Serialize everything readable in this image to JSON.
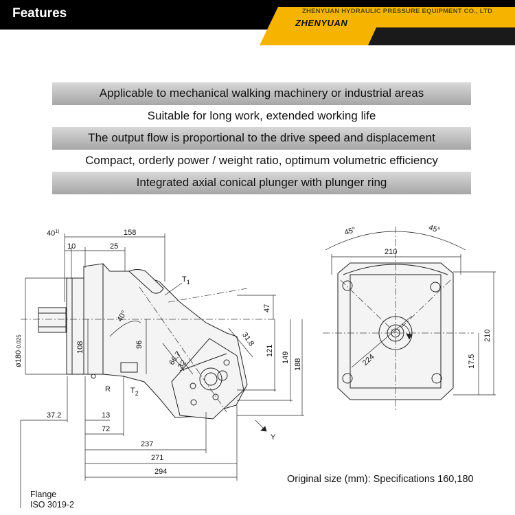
{
  "header": {
    "title": "Features",
    "company": "ZHENYUAN HYDRAULIC PRESSURE EQUIPMENT CO., LTD",
    "brand": "ZHENYUAN",
    "accent_color": "#f6b400"
  },
  "features": [
    {
      "text": "Applicable to mechanical walking machinery or industrial areas",
      "shaded": true
    },
    {
      "text": "Suitable for long work, extended working life",
      "shaded": false
    },
    {
      "text": "The output flow is proportional to the drive speed and displacement",
      "shaded": true
    },
    {
      "text": "Compact, orderly power / weight ratio, optimum volumetric efficiency",
      "shaded": false
    },
    {
      "text": "Integrated axial conical plunger with plunger ring",
      "shaded": true
    }
  ],
  "drawing": {
    "dims_side": {
      "d40": "40",
      "d40_sup": "1)",
      "d158": "158",
      "d10": "10",
      "d25": "25",
      "t1": "T",
      "t1_sub": "1",
      "d40deg": "40°",
      "d47": "47",
      "d180": "ø180",
      "d180_tol": "-0.025",
      "d108": "108",
      "d96": "96",
      "d66": "66.7",
      "d32": "32",
      "d318": "31.8",
      "d121": "121",
      "d149": "149",
      "d188": "188",
      "r": "R",
      "t2": "T",
      "t2_sub": "2",
      "d372": "37.2",
      "d13": "13",
      "d72": "72",
      "y": "Y",
      "d237": "237",
      "d271": "271",
      "d294": "294"
    },
    "dims_front": {
      "a45l": "45°",
      "a45r": "45°",
      "w210": "210",
      "h210": "210",
      "d224": "224",
      "d175": "17.5"
    },
    "caption": "Original size (mm): Specifications 160,180",
    "flange_line1": "Flange",
    "flange_line2": "ISO 3019-2"
  }
}
